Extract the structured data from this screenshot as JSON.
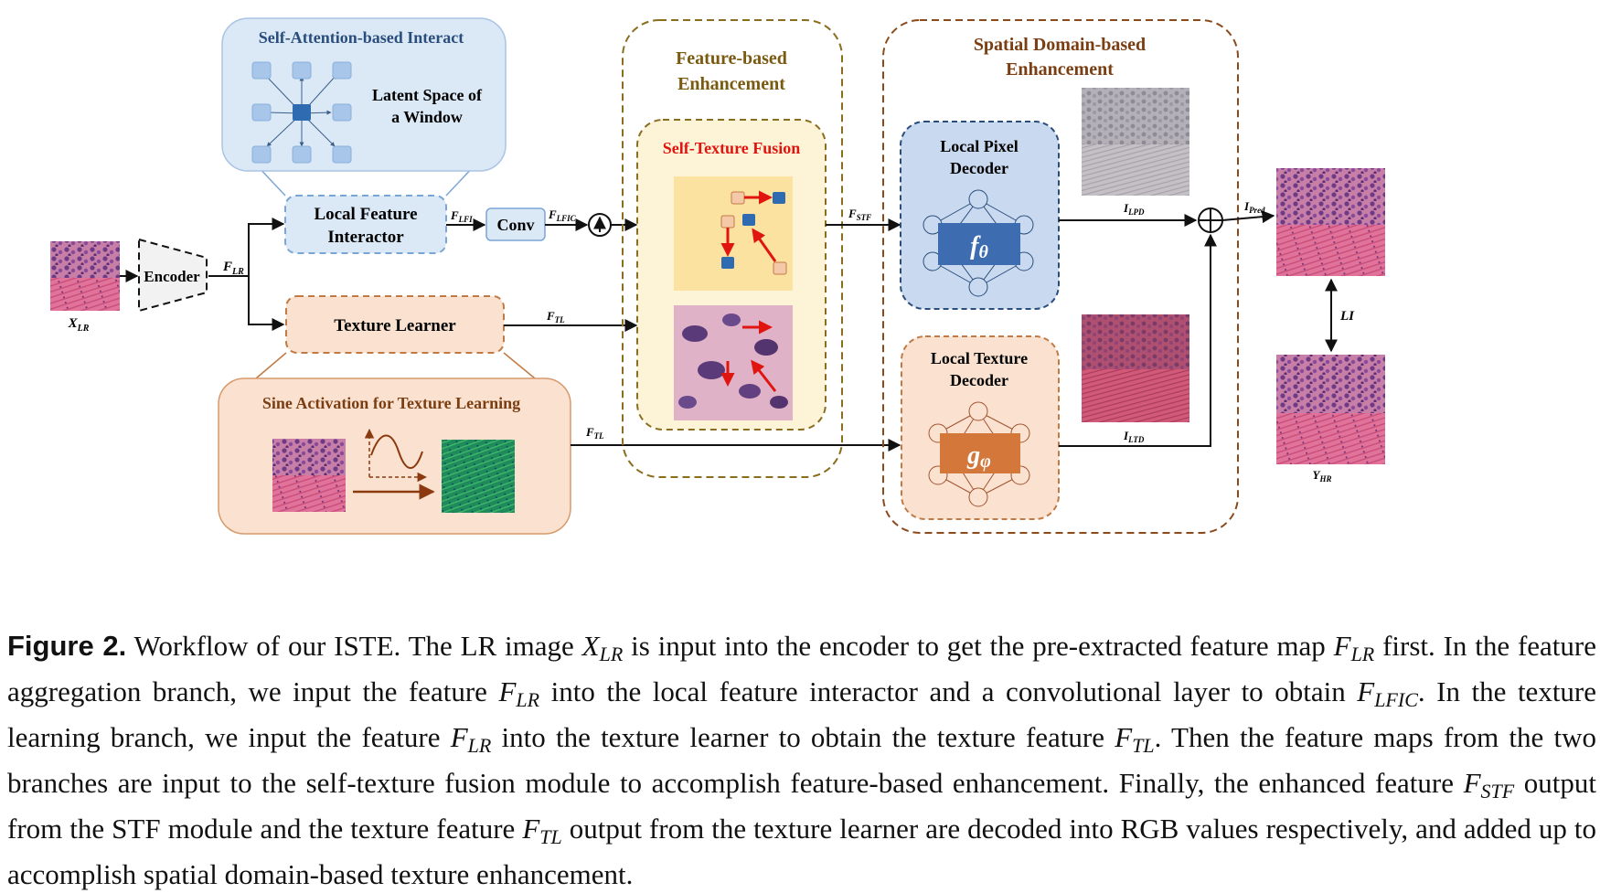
{
  "diagram": {
    "input_label": "X",
    "input_sub": "LR",
    "encoder_label": "Encoder",
    "flr_label": "F",
    "flr_sub": "LR",
    "sa_title": "Self-Attention-based Interact",
    "latent_line1": "Latent Space of",
    "latent_line2": "a Window",
    "lfi_line1": "Local Feature",
    "lfi_line2": "Interactor",
    "flfi_label": "F",
    "flfi_sub": "LFI",
    "conv_label": "Conv",
    "flfic_label": "F",
    "flfic_sub": "LFIC",
    "tl_label": "Texture Learner",
    "ftl_label": "F",
    "ftl_sub": "TL",
    "sine_title": "Sine Activation for Texture Learning",
    "feat_title1": "Feature-based",
    "feat_title2": "Enhancement",
    "stf_title": "Self-Texture Fusion",
    "fstf_label": "F",
    "fstf_sub": "STF",
    "spatial_title1": "Spatial Domain-based",
    "spatial_title2": "Enhancement",
    "lpd_line1": "Local Pixel",
    "lpd_line2": "Decoder",
    "f_theta_base": "f",
    "f_theta_sub": "θ",
    "ltd_line1": "Local Texture",
    "ltd_line2": "Decoder",
    "g_phi_base": "g",
    "g_phi_sub": "φ",
    "ilpd_label": "I",
    "ilpd_sub": "LPD",
    "iltd_label": "I",
    "iltd_sub": "LTD",
    "ipred_label": "I",
    "ipred_sub": "Pred",
    "li_label": "LI",
    "yhr_label": "Y",
    "yhr_sub": "HR"
  },
  "caption": {
    "figure_label": "Figure 2.",
    "t1": " Workflow of our ISTE. The LR image ",
    "t2": " is input into the encoder to get the pre-extracted feature map ",
    "t3": " first. In the feature aggregation branch, we input the feature ",
    "t4": " into the local feature interactor and a convolutional layer to obtain ",
    "t5": ". In the texture learning branch, we input the feature ",
    "t6": " into the texture learner to obtain the texture feature ",
    "t7": ". Then the feature maps from the two branches are input to the self-texture fusion module to accomplish feature-based enhancement. Finally, the enhanced feature ",
    "t8": " output from the STF module and the texture feature ",
    "t9": " output from the texture learner are decoded into RGB values respectively, and added up to accomplish spatial domain-based texture enhancement.",
    "x": "X",
    "f": "F",
    "sub_lr": "LR",
    "sub_lfic": "LFIC",
    "sub_tl": "TL",
    "sub_stf": "STF"
  },
  "colors": {
    "blue_fill": "#dbe8f6",
    "blue_stroke": "#7aa6d6",
    "orange_fill": "#fbe2d0",
    "orange_stroke": "#c07a45",
    "feature_border": "#8a6d1e",
    "spatial_border": "#8b4a1c",
    "title_blue": "#2a4e7c",
    "title_gold": "#7a5a10",
    "title_brown": "#7a3e12",
    "red": "#e0150f"
  }
}
